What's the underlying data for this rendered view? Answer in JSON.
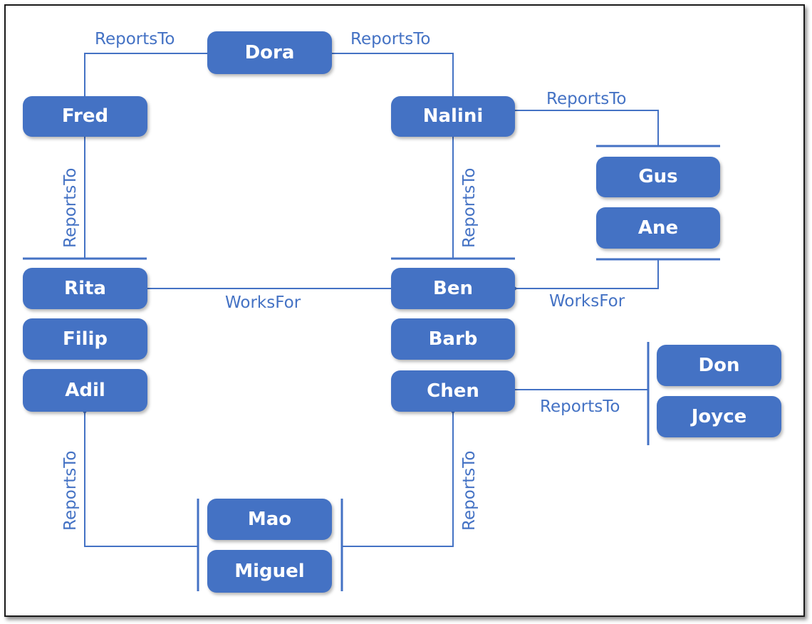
{
  "diagram": {
    "accent_color": "#4472c4",
    "nodes": {
      "dora": "Dora",
      "fred": "Fred",
      "nalini": "Nalini",
      "gus": "Gus",
      "ane": "Ane",
      "rita": "Rita",
      "filip": "Filip",
      "adil": "Adil",
      "ben": "Ben",
      "barb": "Barb",
      "chen": "Chen",
      "don": "Don",
      "joyce": "Joyce",
      "mao": "Mao",
      "miguel": "Miguel"
    },
    "edge_labels": {
      "fred_to_dora": "ReportsTo",
      "nalini_to_dora": "ReportsTo",
      "group_gus_ane_to_nalini": "ReportsTo",
      "group_rita_to_fred": "ReportsTo",
      "group_ben_to_nalini": "ReportsTo",
      "rita_to_ben": "WorksFor",
      "group_gus_ane_to_ben": "WorksFor",
      "group_don_joyce_to_chen": "ReportsTo",
      "group_mao_miguel_to_adil": "ReportsTo",
      "group_mao_miguel_to_chen": "ReportsTo"
    }
  }
}
